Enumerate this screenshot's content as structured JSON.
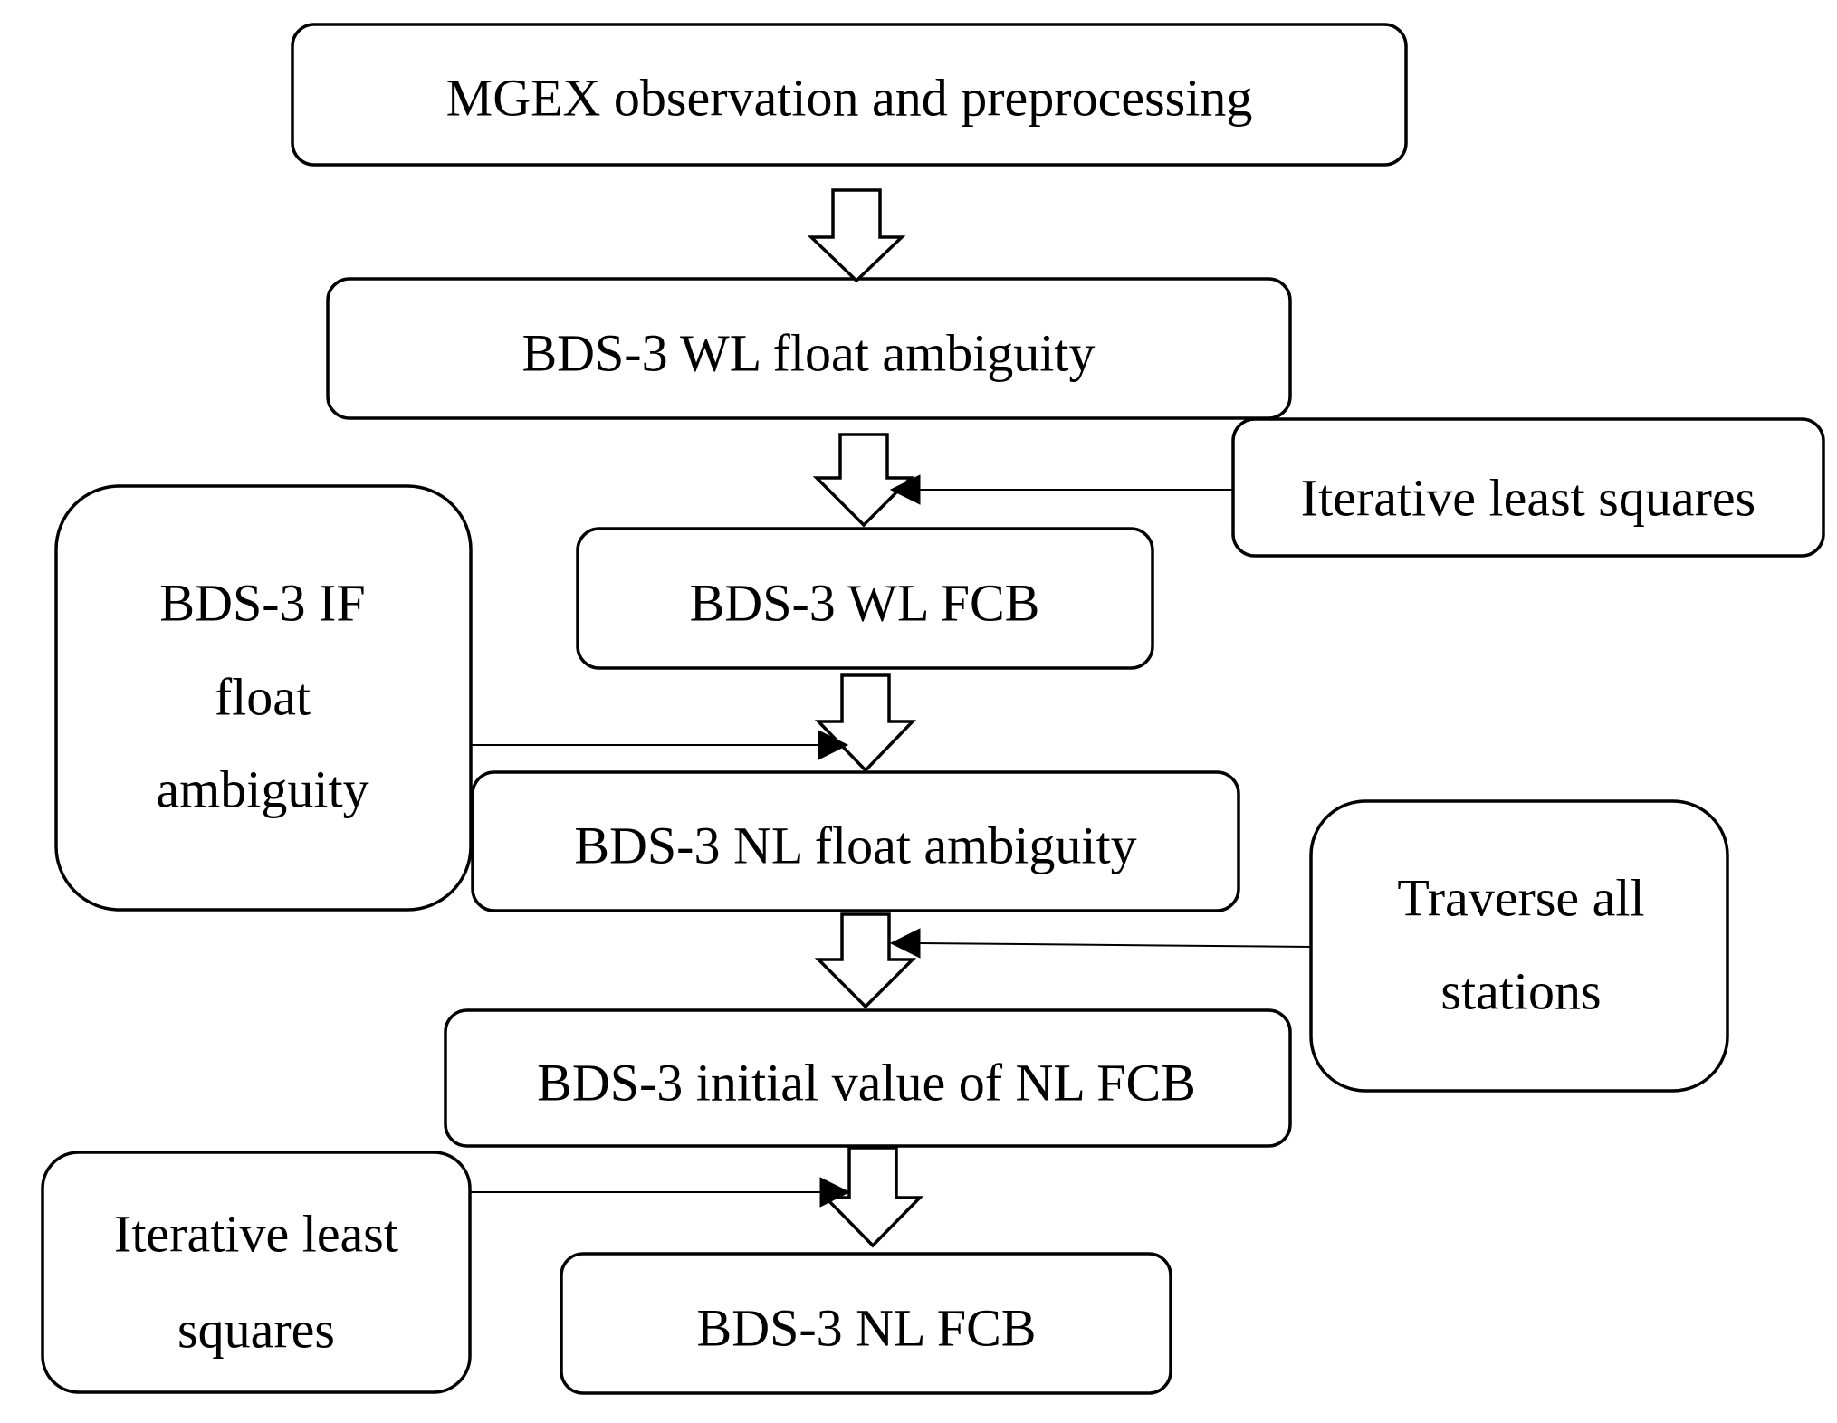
{
  "nodes": {
    "mgex": {
      "lines": [
        "MGEX observation and preprocessing"
      ]
    },
    "wl_float": {
      "lines": [
        "BDS-3 WL float ambiguity"
      ]
    },
    "wl_fcb": {
      "lines": [
        "BDS-3 WL FCB"
      ]
    },
    "nl_float": {
      "lines": [
        "BDS-3 NL float ambiguity"
      ]
    },
    "nl_initial": {
      "lines": [
        "BDS-3 initial value of NL FCB"
      ]
    },
    "nl_fcb": {
      "lines": [
        "BDS-3 NL FCB"
      ]
    },
    "ils_right": {
      "lines": [
        "Iterative least squares"
      ]
    },
    "if_float": {
      "lines": [
        "BDS-3 IF",
        "float",
        "ambiguity"
      ]
    },
    "traverse": {
      "lines": [
        "Traverse all",
        "stations"
      ]
    },
    "ils_left": {
      "lines": [
        "Iterative least",
        "squares"
      ]
    }
  },
  "edges": [
    {
      "from": "mgex",
      "to": "wl_float",
      "kind": "block-arrow"
    },
    {
      "from": "wl_float",
      "to": "wl_fcb",
      "kind": "block-arrow"
    },
    {
      "from": "wl_fcb",
      "to": "nl_float",
      "kind": "block-arrow"
    },
    {
      "from": "nl_float",
      "to": "nl_initial",
      "kind": "block-arrow"
    },
    {
      "from": "nl_initial",
      "to": "nl_fcb",
      "kind": "block-arrow"
    },
    {
      "from": "ils_right",
      "to": "wl_fcb",
      "kind": "line-arrow"
    },
    {
      "from": "if_float",
      "to": "nl_float",
      "kind": "line-arrow"
    },
    {
      "from": "traverse",
      "to": "nl_initial",
      "kind": "line-arrow"
    },
    {
      "from": "ils_left",
      "to": "nl_fcb",
      "kind": "line-arrow"
    }
  ]
}
